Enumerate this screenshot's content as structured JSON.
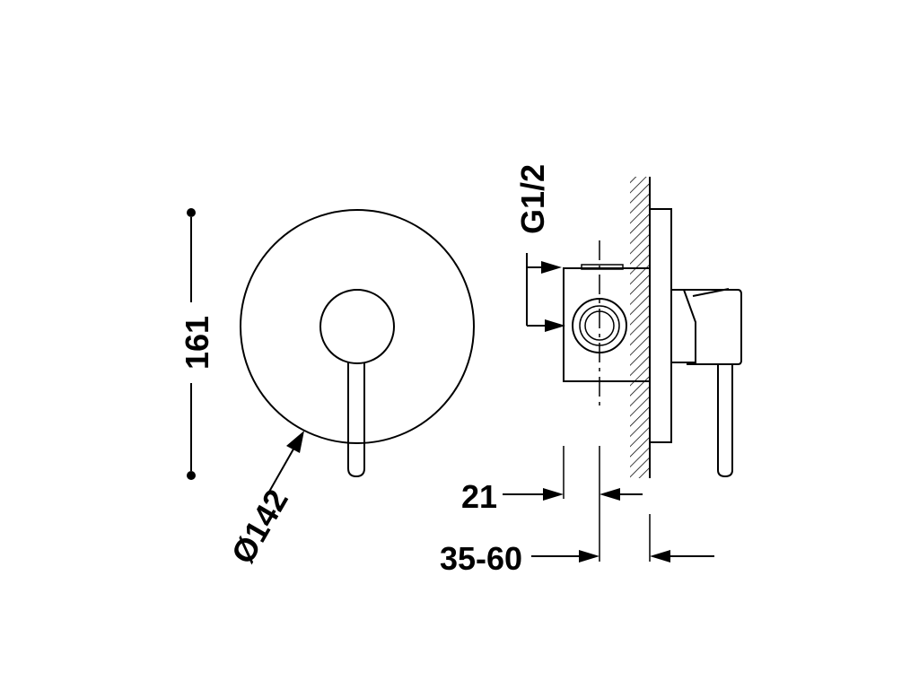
{
  "dimensions": {
    "height_label": "161",
    "diameter_label": "Ø142",
    "thread_label": "G1/2",
    "depth_label": "21",
    "range_label": "35-60"
  },
  "colors": {
    "line": "#000000",
    "background": "#ffffff"
  }
}
